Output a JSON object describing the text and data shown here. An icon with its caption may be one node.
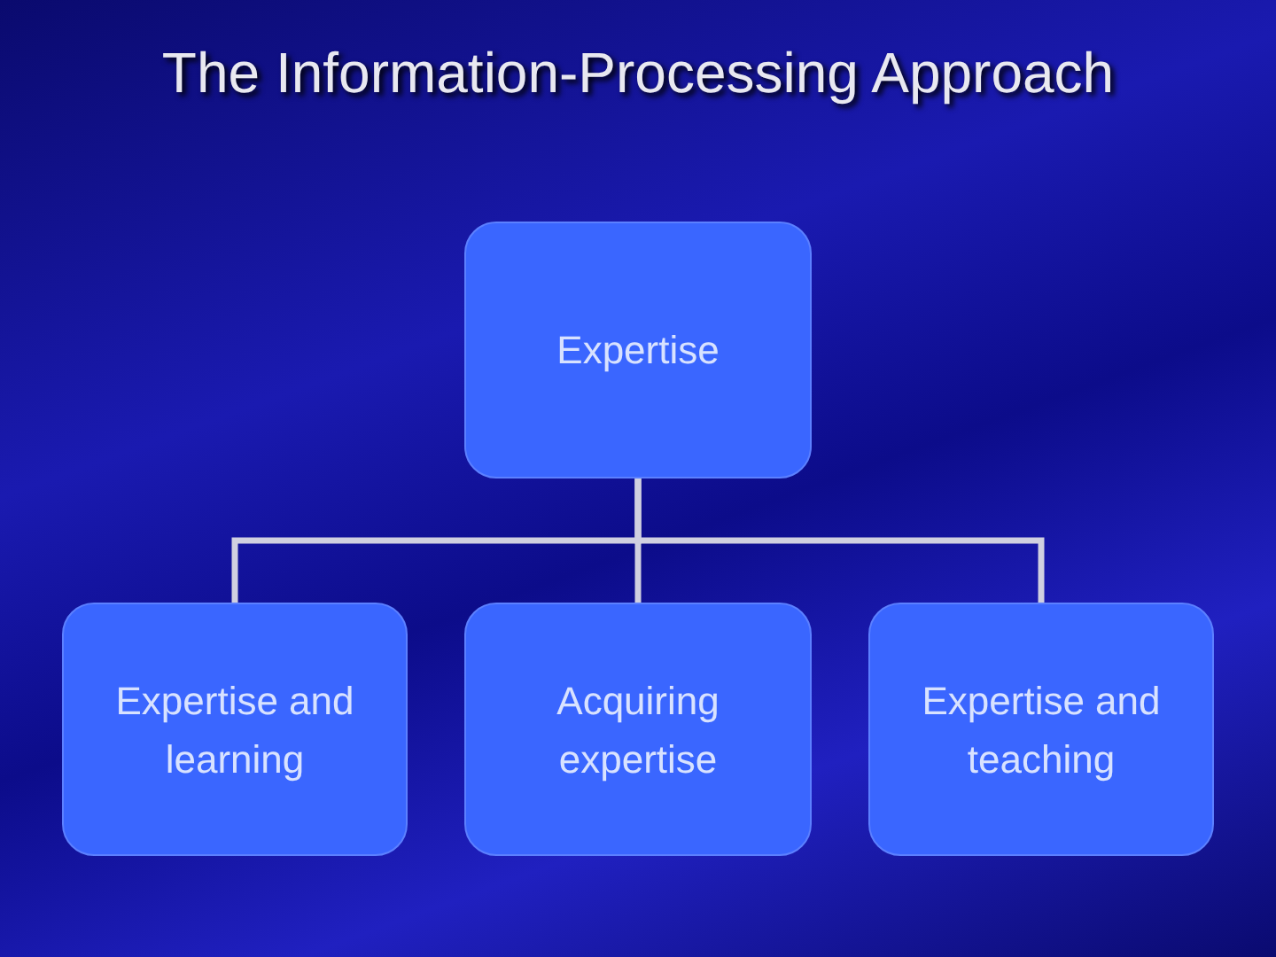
{
  "diagram": {
    "title": "The Information-Processing Approach",
    "nodes": [
      {
        "text": [
          "Expertise"
        ]
      },
      {
        "text": [
          "Expertise and learning"
        ]
      },
      {
        "text": [
          "Acquiring expertise"
        ]
      },
      {
        "text": [
          "Expertise and teaching"
        ]
      }
    ],
    "edges": [
      {
        "from": 0,
        "to": 1,
        "arrow": "none"
      },
      {
        "from": 0,
        "to": 2,
        "arrow": "none"
      },
      {
        "from": 0,
        "to": 3,
        "arrow": "none"
      }
    ]
  }
}
